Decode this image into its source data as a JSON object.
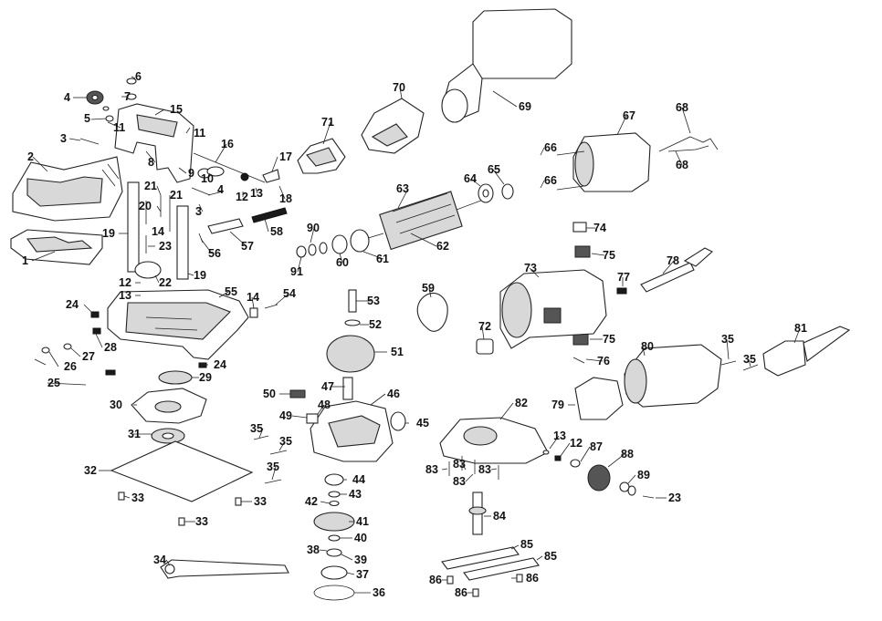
{
  "diagram": {
    "type": "exploded-parts-diagram",
    "labels": [
      "1",
      "2",
      "3",
      "4",
      "5",
      "6",
      "7",
      "8",
      "11",
      "15",
      "11",
      "16",
      "17",
      "9",
      "10",
      "4",
      "12",
      "13",
      "18",
      "21",
      "20",
      "21",
      "3",
      "19",
      "14",
      "58",
      "23",
      "56",
      "57",
      "90",
      "91",
      "60",
      "61",
      "62",
      "63",
      "64",
      "65",
      "66",
      "66",
      "67",
      "68",
      "68",
      "69",
      "70",
      "71",
      "74",
      "75",
      "73",
      "77",
      "78",
      "22",
      "19",
      "12",
      "13",
      "55",
      "14",
      "54",
      "24",
      "28",
      "27",
      "26",
      "25",
      "29",
      "24",
      "53",
      "59",
      "52",
      "72",
      "75",
      "51",
      "76",
      "80",
      "35",
      "35",
      "81",
      "50",
      "47",
      "46",
      "49",
      "48",
      "45",
      "82",
      "79",
      "30",
      "31",
      "35",
      "35",
      "32",
      "35",
      "33",
      "33",
      "33",
      "44",
      "43",
      "42",
      "41",
      "40",
      "38",
      "39",
      "37",
      "36",
      "34",
      "13",
      "12",
      "87",
      "88",
      "83",
      "83",
      "83",
      "83",
      "89",
      "23",
      "84",
      "85",
      "85",
      "86",
      "86",
      "86"
    ]
  }
}
